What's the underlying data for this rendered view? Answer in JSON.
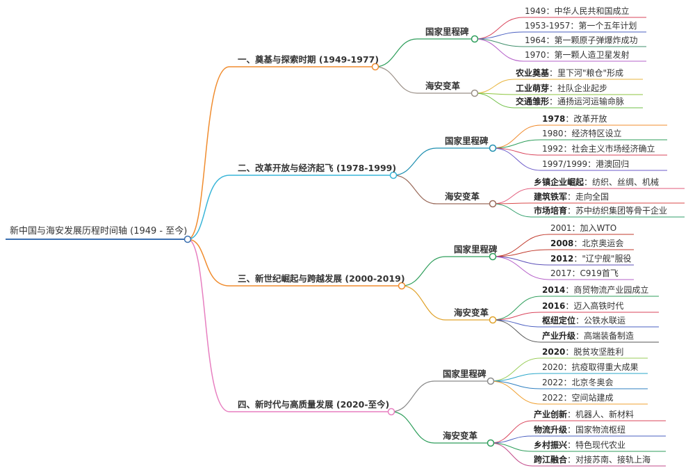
{
  "root": {
    "label": "新中国与海安发展历程时间轴 (1949 - 至今)"
  },
  "sections": [
    {
      "title": "一、奠基与探索时期 (1949-1977)",
      "color": "#F08C2E",
      "groups": [
        {
          "label": "国家里程碑",
          "color": "#2E9E5B",
          "items": [
            {
              "bold": "",
              "text": "1949：中华人民共和国成立",
              "color": "#D9435A"
            },
            {
              "bold": "",
              "text": "1953-1957：第一个五年计划",
              "color": "#4A5FC1"
            },
            {
              "bold": "",
              "text": "1964：第一颗原子弹爆炸成功",
              "color": "#3F8F6B"
            },
            {
              "bold": "",
              "text": "1970：第一颗人造卫星发射",
              "color": "#B560C9"
            }
          ]
        },
        {
          "label": "海安变革",
          "color": "#9A8F86",
          "items": [
            {
              "bold": "农业奠基",
              "text": "：里下河\"粮仓\"形成",
              "color": "#E8B53E"
            },
            {
              "bold": "工业萌芽",
              "text": "：社队企业起步",
              "color": "#8DC63F"
            },
            {
              "bold": "交通雏形",
              "text": "：通扬运河运输命脉",
              "color": "#6FBF45"
            }
          ]
        }
      ]
    },
    {
      "title": "二、改革开放与经济起飞 (1978-1999)",
      "color": "#39B5D8",
      "groups": [
        {
          "label": "国家里程碑",
          "color": "#1F8FB0",
          "items": [
            {
              "bold": "1978",
              "text": "：改革开放",
              "color": "#F08C2E"
            },
            {
              "bold": "",
              "text": "1980：经济特区设立",
              "color": "#2E9E5B"
            },
            {
              "bold": "",
              "text": "1992：社会主义市场经济确立",
              "color": "#D9435A"
            },
            {
              "bold": "",
              "text": "1997/1999：港澳回归",
              "color": "#6A58C8"
            }
          ]
        },
        {
          "label": "海安变革",
          "color": "#9A6A5A",
          "items": [
            {
              "bold": "乡镇企业崛起",
              "text": "：纺织、丝绸、机械",
              "color": "#E25A7A"
            },
            {
              "bold": "建筑铁军",
              "text": "：走向全国",
              "color": "#D94A4A"
            },
            {
              "bold": "市场培育",
              "text": "：苏中纺织集团等骨干企业",
              "color": "#2F9E6A"
            }
          ]
        }
      ]
    },
    {
      "title": "三、新世纪崛起与跨越发展 (2000-2019)",
      "color": "#F08C2E",
      "groups": [
        {
          "label": "国家里程碑",
          "color": "#2E9E5B",
          "items": [
            {
              "bold": "",
              "text": "2001：加入WTO",
              "color": "#C0392B"
            },
            {
              "bold": "2008",
              "text": "：北京奥运会",
              "color": "#C0392B"
            },
            {
              "bold": "2012",
              "text": "：\"辽宁舰\"服役",
              "color": "#5B4FB8"
            },
            {
              "bold": "",
              "text": "2017：C919首飞",
              "color": "#B560C9"
            }
          ]
        },
        {
          "label": "海安变革",
          "color": "#E0A22A",
          "items": [
            {
              "bold": "2014",
              "text": "：商贸物流产业园成立",
              "color": "#2E9E5B"
            },
            {
              "bold": "2016",
              "text": "：迈入高铁时代",
              "color": "#D9435A"
            },
            {
              "bold": "枢纽定位",
              "text": "：公铁水联运",
              "color": "#4A5FC1"
            },
            {
              "bold": "产业升级",
              "text": "：高端装备制造",
              "color": "#555555"
            }
          ]
        }
      ]
    },
    {
      "title": "四、新时代与高质量发展 (2020-至今)",
      "color": "#E77FC0",
      "groups": [
        {
          "label": "国家里程碑",
          "color": "#8A8A8A",
          "items": [
            {
              "bold": "2020",
              "text": "：脱贫攻坚胜利",
              "color": "#9ACD5A"
            },
            {
              "bold": "",
              "text": "2020：抗疫取得重大成果",
              "color": "#2AA7C9"
            },
            {
              "bold": "",
              "text": "2022：北京冬奥会",
              "color": "#2E7FC0"
            },
            {
              "bold": "",
              "text": "2022：空间站建成",
              "color": "#F0A030"
            }
          ]
        },
        {
          "label": "海安变革",
          "color": "#2E9E5B",
          "items": [
            {
              "bold": "产业创新",
              "text": "：机器人、新材料",
              "color": "#D9435A"
            },
            {
              "bold": "物流升级",
              "text": "：国家物流枢纽",
              "color": "#4A5FC1"
            },
            {
              "bold": "乡村振兴",
              "text": "：特色现代农业",
              "color": "#2E9E5B"
            },
            {
              "bold": "跨江融合",
              "text": "：对接苏南、接轨上海",
              "color": "#C24A8A"
            }
          ]
        }
      ]
    }
  ],
  "root_color": "#3A6FB0"
}
